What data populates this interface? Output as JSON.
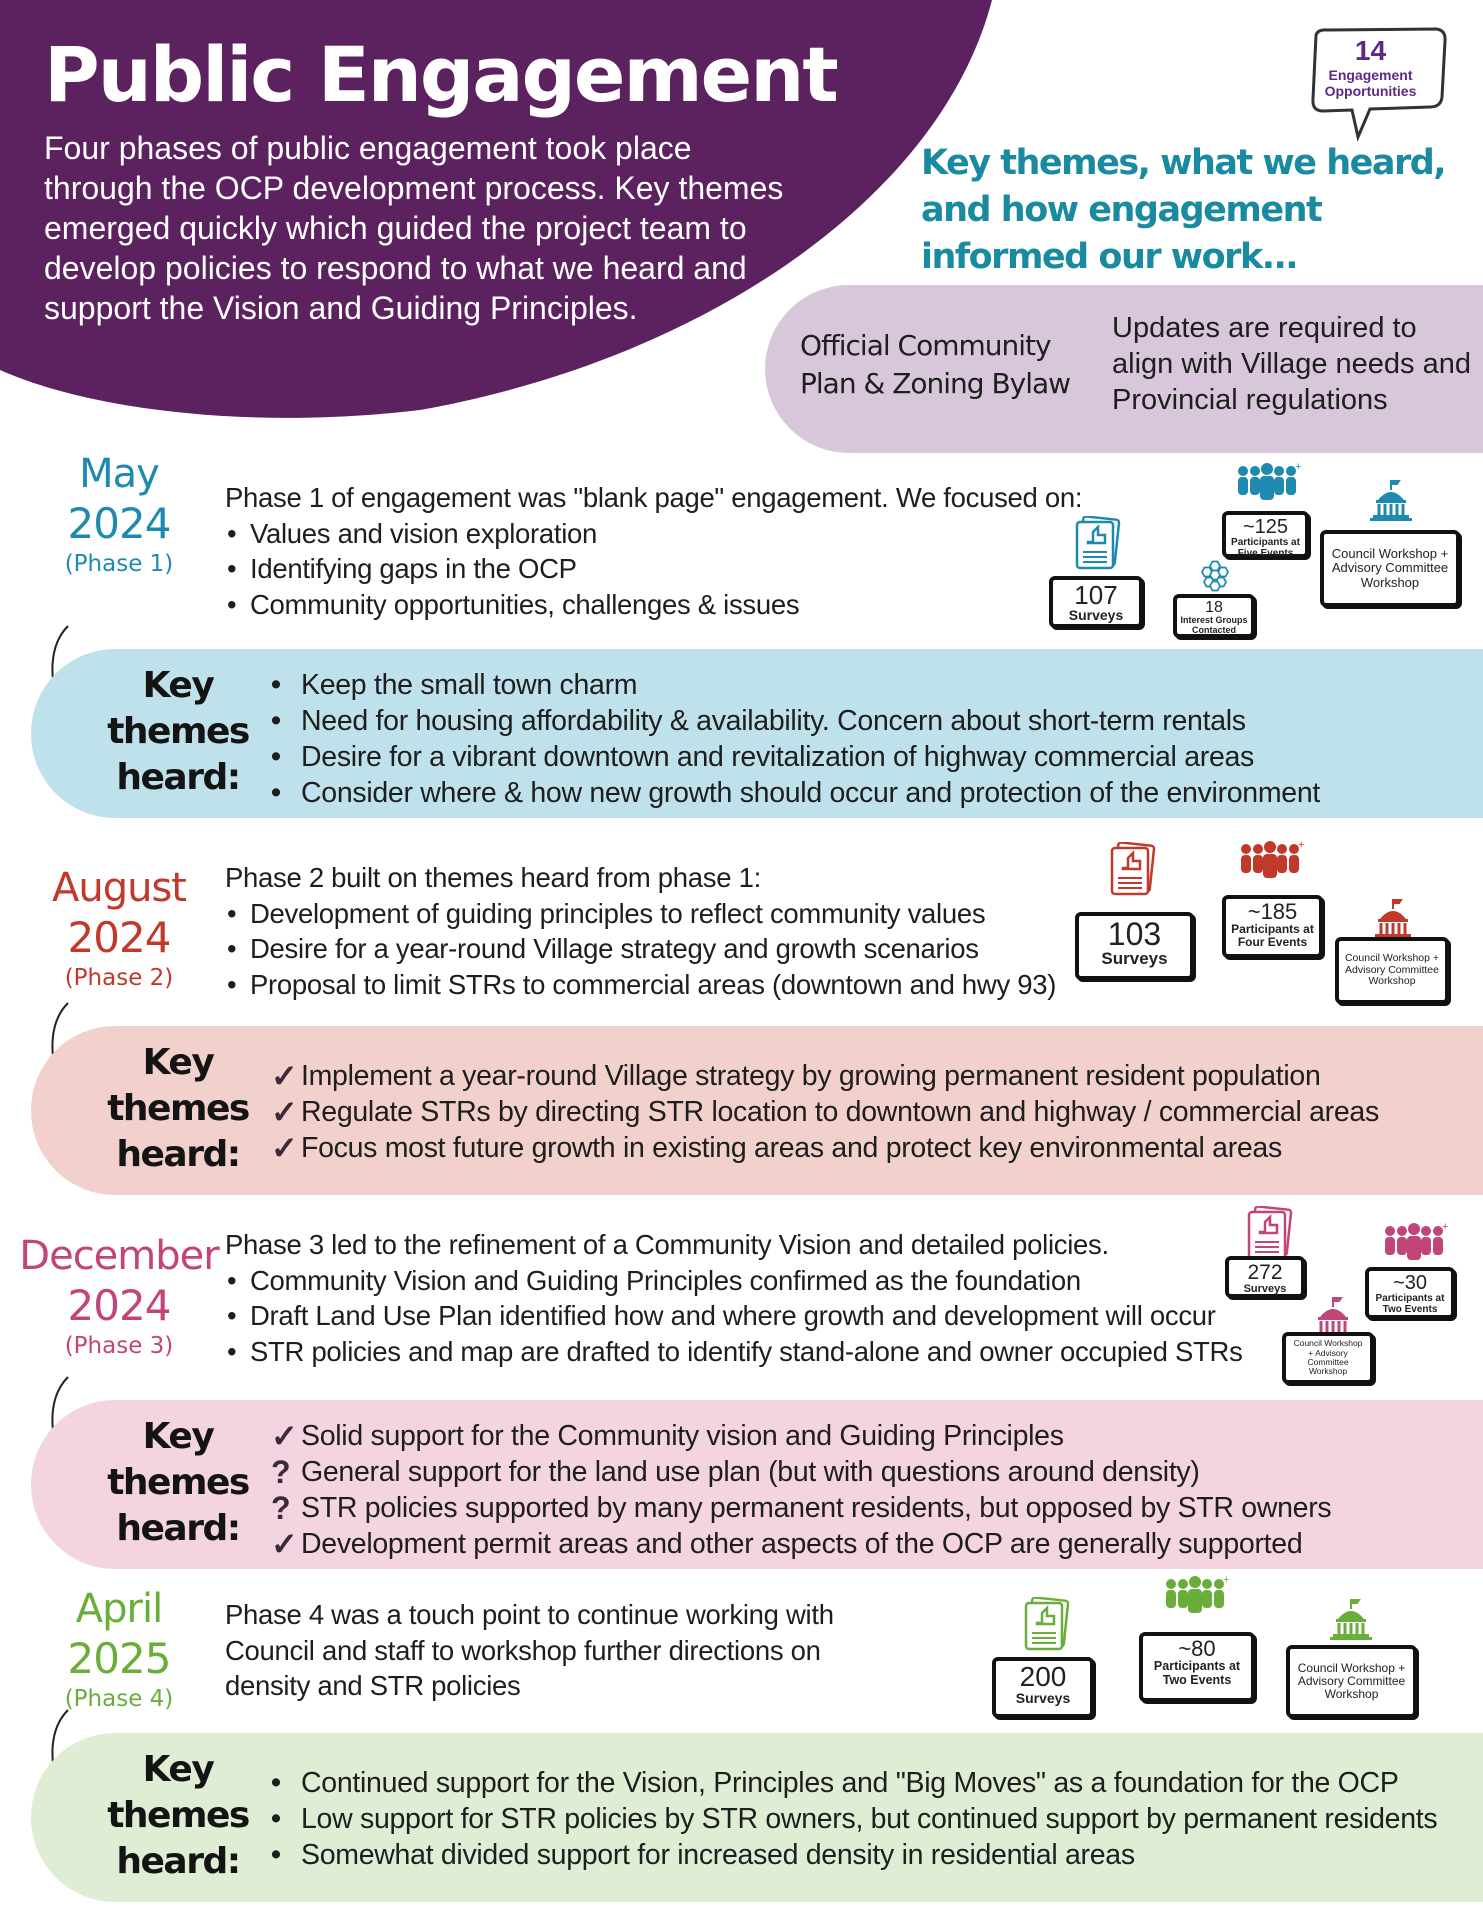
{
  "header": {
    "title": "Public Engagement",
    "intro": "Four phases of public engagement took place through the OCP development process. Key themes emerged quickly which guided the project team to develop policies to respond to what we heard and support the Vision and Guiding Principles.",
    "engagement_count": "14",
    "engagement_label": "Engagement Opportunities",
    "key_heading": "Key themes, what we heard, and how engagement informed our work...",
    "banner_left": "Official Community Plan & Zoning Bylaw",
    "banner_right": "Updates are required to align with Village needs and Provincial regulations"
  },
  "colors": {
    "purple": "#5c2260",
    "teal": "#1a8aa0",
    "may": "#1f8ab0",
    "august": "#c0392b",
    "december": "#c2457a",
    "april": "#6aae3a"
  },
  "key_label": [
    "Key",
    "themes",
    "heard:"
  ],
  "phases": [
    {
      "month": "May",
      "year": "2024",
      "phase": "(Phase 1)",
      "intro": "Phase 1 of engagement was \"blank page\" engagement. We focused on:",
      "bullets": [
        "Values and vision exploration",
        "Identifying gaps in the OCP",
        "Community opportunities, challenges & issues"
      ],
      "stats": {
        "surveys": "107",
        "surveys_label": "Surveys",
        "participants": "~125",
        "participants_label": "Participants at Five Events",
        "groups": "18",
        "groups_label": "Interest Groups Contacted",
        "workshop": "Council Workshop + Advisory Committee Workshop"
      },
      "themes": [
        {
          "mark": "•",
          "text": "Keep the small town charm"
        },
        {
          "mark": "•",
          "text": "Need for housing affordability & availability. Concern about short-term rentals"
        },
        {
          "mark": "•",
          "text": "Desire for a vibrant downtown and revitalization of highway commercial areas"
        },
        {
          "mark": "•",
          "text": "Consider where & how new growth should occur and protection of the environment"
        }
      ]
    },
    {
      "month": "August",
      "year": "2024",
      "phase": "(Phase 2)",
      "intro": "Phase 2 built on themes heard from phase 1:",
      "bullets": [
        "Development of guiding principles to reflect community values",
        "Desire for a year-round Village strategy and growth scenarios",
        "Proposal to limit STRs to commercial areas (downtown and hwy 93)"
      ],
      "stats": {
        "surveys": "103",
        "surveys_label": "Surveys",
        "participants": "~185",
        "participants_label": "Participants at Four Events",
        "workshop": "Council Workshop + Advisory Committee Workshop"
      },
      "themes": [
        {
          "mark": "✓",
          "text": "Implement a year-round Village strategy by growing permanent resident population"
        },
        {
          "mark": "✓",
          "text": "Regulate STRs by directing STR location to downtown and highway / commercial areas"
        },
        {
          "mark": "✓",
          "text": "Focus most future growth in existing areas and protect key environmental areas"
        }
      ]
    },
    {
      "month": "December",
      "year": "2024",
      "phase": "(Phase 3)",
      "intro": "Phase 3 led to the refinement of a Community Vision and detailed policies.",
      "bullets": [
        "Community Vision and Guiding Principles confirmed as the foundation",
        "Draft Land Use Plan identified how and where growth and development will occur",
        "STR policies and map are drafted to identify stand-alone and owner occupied STRs"
      ],
      "stats": {
        "surveys": "272",
        "surveys_label": "Surveys",
        "participants": "~30",
        "participants_label": "Participants at Two Events",
        "workshop": "Council Workshop + Advisory Committee Workshop"
      },
      "themes": [
        {
          "mark": "✓",
          "text": "Solid support for the Community vision and Guiding Principles"
        },
        {
          "mark": "?",
          "text": "General support for the land use plan (but with questions around density)"
        },
        {
          "mark": "?",
          "text": "STR policies supported by many permanent residents, but opposed by STR owners"
        },
        {
          "mark": "✓",
          "text": "Development permit areas and other aspects of the OCP are generally supported"
        }
      ]
    },
    {
      "month": "April",
      "year": "2025",
      "phase": "(Phase 4)",
      "intro": "Phase 4 was a touch point to continue working with Council and staff to workshop further directions on density and STR policies",
      "bullets": [],
      "stats": {
        "surveys": "200",
        "surveys_label": "Surveys",
        "participants": "~80",
        "participants_label": "Participants at Two Events",
        "workshop": "Council Workshop + Advisory Committee Workshop"
      },
      "themes": [
        {
          "mark": "•",
          "text": "Continued support for the Vision, Principles and \"Big Moves\" as a foundation for the OCP"
        },
        {
          "mark": "•",
          "text": "Low support for STR policies by STR owners, but continued support by permanent residents"
        },
        {
          "mark": "•",
          "text": "Somewhat divided  support for increased density in residential areas"
        }
      ]
    }
  ]
}
